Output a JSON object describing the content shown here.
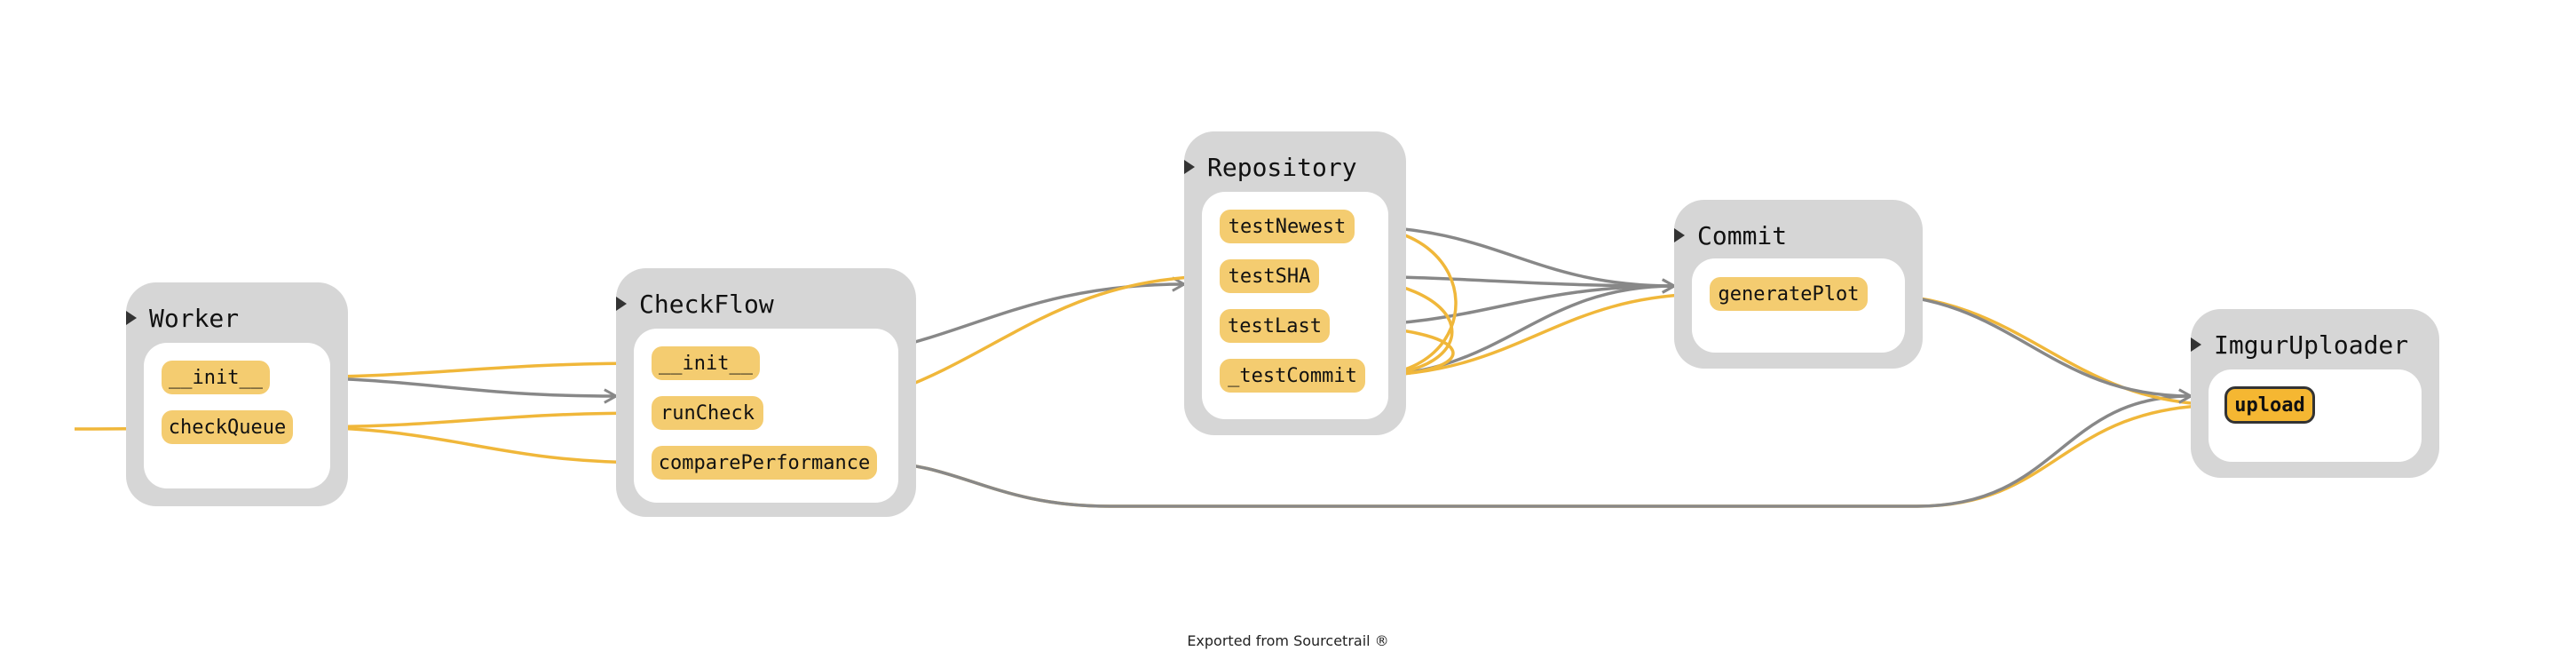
{
  "groups": [
    {
      "id": "worker",
      "title": "Worker",
      "nodes": [
        {
          "id": "worker-init",
          "label": "__init__"
        },
        {
          "id": "worker-checkqueue",
          "label": "checkQueue"
        }
      ]
    },
    {
      "id": "checkflow",
      "title": "CheckFlow",
      "nodes": [
        {
          "id": "checkflow-init",
          "label": "__init__"
        },
        {
          "id": "checkflow-runcheck",
          "label": "runCheck"
        },
        {
          "id": "checkflow-compareperformance",
          "label": "comparePerformance"
        }
      ]
    },
    {
      "id": "repository",
      "title": "Repository",
      "nodes": [
        {
          "id": "repo-testnewest",
          "label": "testNewest"
        },
        {
          "id": "repo-testsha",
          "label": "testSHA"
        },
        {
          "id": "repo-testlast",
          "label": "testLast"
        },
        {
          "id": "repo-testcommit",
          "label": "_testCommit"
        }
      ]
    },
    {
      "id": "commit",
      "title": "Commit",
      "nodes": [
        {
          "id": "commit-generateplot",
          "label": "generatePlot"
        }
      ]
    },
    {
      "id": "imguruploader",
      "title": "ImgurUploader",
      "nodes": [
        {
          "id": "imgur-upload",
          "label": "upload",
          "active": true
        }
      ]
    }
  ],
  "edges": [
    {
      "from": "external",
      "to": "worker-checkqueue",
      "kind": "call"
    },
    {
      "from": "worker-init",
      "to": "checkflow-init",
      "kind": "call"
    },
    {
      "from": "worker-init",
      "to": "checkflow",
      "kind": "type"
    },
    {
      "from": "worker-checkqueue",
      "to": "checkflow-runcheck",
      "kind": "call"
    },
    {
      "from": "worker-checkqueue",
      "to": "checkflow-compareperformance",
      "kind": "call"
    },
    {
      "from": "checkflow-init",
      "to": "repository",
      "kind": "type"
    },
    {
      "from": "checkflow-runcheck",
      "to": "repo-testsha",
      "kind": "call"
    },
    {
      "from": "checkflow-compareperformance",
      "to": "imgur-upload",
      "kind": "call"
    },
    {
      "from": "checkflow-compareperformance",
      "to": "imguruploader",
      "kind": "type"
    },
    {
      "from": "repo-testnewest",
      "to": "commit",
      "kind": "type"
    },
    {
      "from": "repo-testsha",
      "to": "commit",
      "kind": "type"
    },
    {
      "from": "repo-testlast",
      "to": "commit",
      "kind": "type"
    },
    {
      "from": "repo-testcommit",
      "to": "commit",
      "kind": "type"
    },
    {
      "from": "repo-testnewest",
      "to": "repo-testcommit",
      "kind": "call"
    },
    {
      "from": "repo-testsha",
      "to": "repo-testcommit",
      "kind": "call"
    },
    {
      "from": "repo-testlast",
      "to": "repo-testcommit",
      "kind": "call"
    },
    {
      "from": "repo-testcommit",
      "to": "commit-generateplot",
      "kind": "call"
    },
    {
      "from": "commit-generateplot",
      "to": "imgur-upload",
      "kind": "call"
    },
    {
      "from": "commit-generateplot",
      "to": "imguruploader",
      "kind": "type"
    }
  ],
  "colors": {
    "call_edge": "#f0b73a",
    "type_edge": "#888888",
    "node": "#f4cc70",
    "active_node": "#f5b732",
    "group": "#d6d6d6"
  },
  "footer": "Exported from Sourcetrail ®"
}
